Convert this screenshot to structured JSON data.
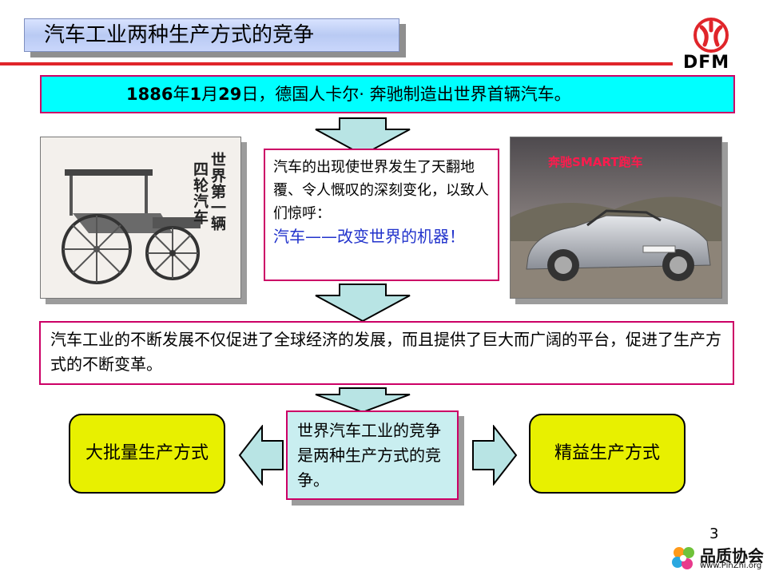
{
  "title": "汽车工业两种生产方式的竞争",
  "logo": {
    "text": "DFM"
  },
  "event": {
    "year": "1886",
    "y_unit": "年",
    "month": "1",
    "m_unit": "月",
    "day": "29",
    "rest": "日，德国人卡尔· 奔驰制造出世界首辆汽车。"
  },
  "photo_left": {
    "vertical_text_1": "世界第一辆",
    "vertical_text_2": "四轮汽车"
  },
  "middle": {
    "line": "汽车的出现使世界发生了天翻地覆、令人慨叹的深刻变化，以致人们惊呼：",
    "highlight": "汽车——改变世界的机器！"
  },
  "photo_right": {
    "caption_prefix": "奔驰",
    "caption_bold": "SMART",
    "caption_suffix": "跑车"
  },
  "development": "汽车工业的不断发展不仅促进了全球经济的发展，而且提供了巨大而广阔的平台，促进了生产方式的不断变革。",
  "bottom": {
    "left": "大批量生产方式",
    "center": "世界汽车工业的竞争是两种生产方式的竞争。",
    "right": "精益生产方式"
  },
  "page_number": "3",
  "footer": {
    "brand": "品质协会",
    "url": "www.PinZhi.org"
  },
  "colors": {
    "accent_red": "#e0252a",
    "border_magenta": "#cc0066",
    "cyan": "#00ffff",
    "pill_yellow": "#e8f000",
    "arrow_fill": "#b8e4e4"
  }
}
